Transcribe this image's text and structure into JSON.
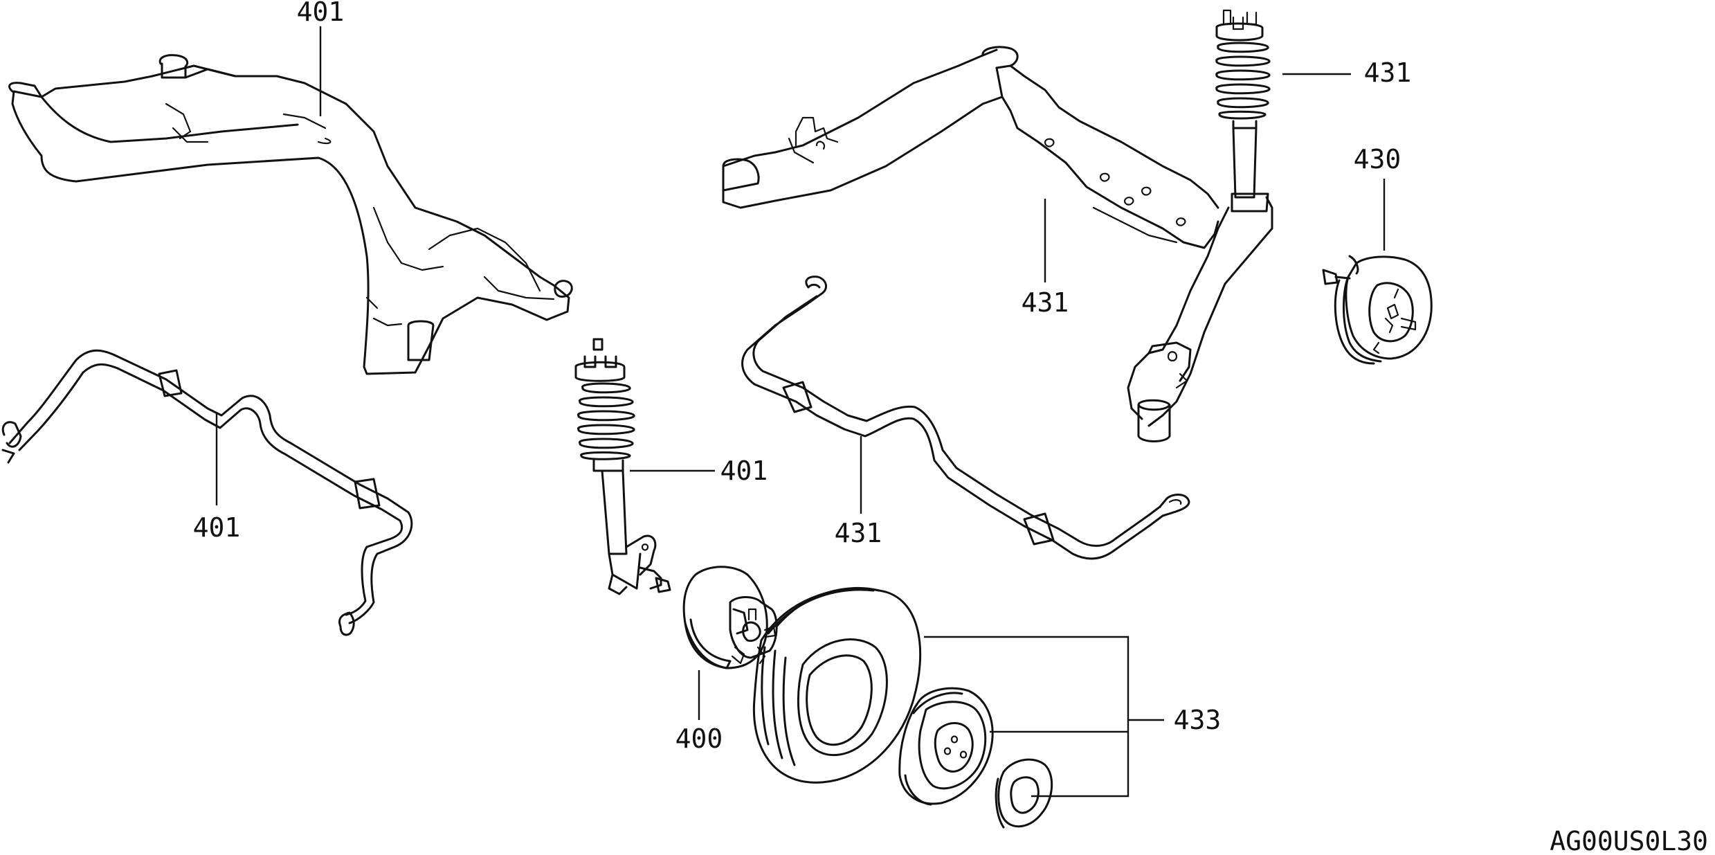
{
  "callouts": {
    "crossmember_front": "401",
    "stabilizer_front": "401",
    "strut_front": "401",
    "hub_front": "400",
    "crossmember_rear": "431",
    "strut_rear": "431",
    "stabilizer_rear": "431",
    "hub_rear": "430",
    "wheel_group": "433"
  },
  "figure_code": "AG00US0L30",
  "colors": {
    "line": "#111111",
    "background": "#ffffff"
  }
}
